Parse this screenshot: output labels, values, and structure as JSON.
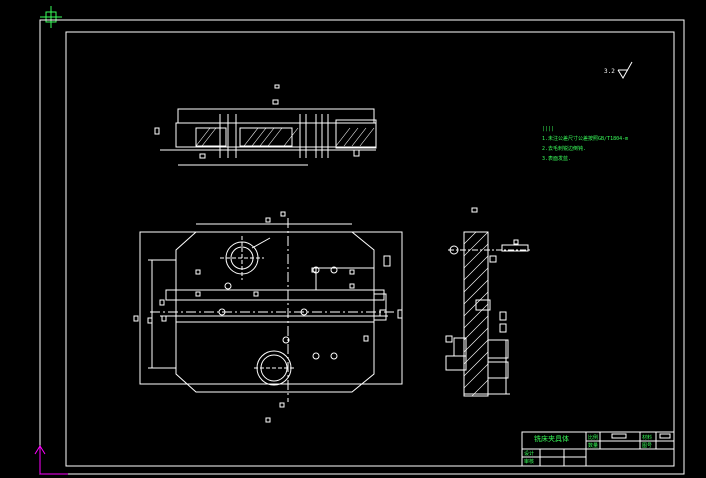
{
  "sheet": {
    "background": "#000000",
    "line_color": "#ffffff",
    "note_color": "#39ff5a",
    "accent_color": "#ff00ff"
  },
  "surface_finish": {
    "text": "3.2"
  },
  "tech_notes": {
    "heading": "||||",
    "lines": [
      "1.未注公差尺寸公差按照GB/T1804-m",
      "2.去毛刺锐边倒钝.",
      "3.表面发蓝."
    ]
  },
  "title_block": {
    "title": "铣床夹具体",
    "row_labels": [
      "设计",
      "审核"
    ],
    "cells": [
      "比例",
      "数量",
      "材料",
      "图号"
    ]
  },
  "icons": {
    "ucs": "ucs-crosshair-icon",
    "axis": "ucs-axis-icon"
  }
}
